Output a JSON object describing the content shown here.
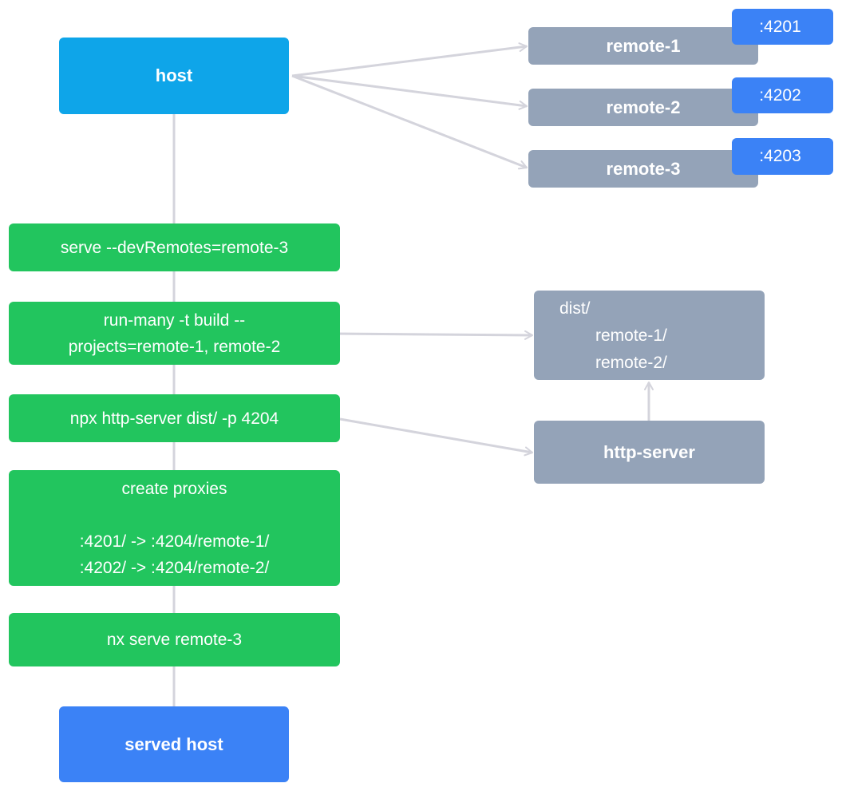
{
  "nodes": {
    "host": {
      "label": "host"
    },
    "remotes": [
      {
        "label": "remote-1",
        "port": ":4201"
      },
      {
        "label": "remote-2",
        "port": ":4202"
      },
      {
        "label": "remote-3",
        "port": ":4203"
      }
    ],
    "steps": {
      "serve": "serve --devRemotes=remote-3",
      "run_many": [
        "run-many -t build --",
        "projects=remote-1, remote-2"
      ],
      "http_server_cmd": "npx http-server dist/ -p 4204",
      "proxies": [
        "create proxies",
        "",
        ":4201/ -> :4204/remote-1/",
        ":4202/ -> :4204/remote-2/"
      ],
      "nx_serve": "nx serve remote-3"
    },
    "dist": [
      "dist/",
      "remote-1/",
      "remote-2/"
    ],
    "http_server": {
      "label": "http-server"
    },
    "served_host": {
      "label": "served host"
    }
  },
  "colors": {
    "host": "#0ea5e9",
    "served_host": "#3b82f6",
    "remote": "#94a3b8",
    "port_badge": "#3b82f6",
    "step": "#22c55e",
    "connector": "#d4d4dc"
  }
}
